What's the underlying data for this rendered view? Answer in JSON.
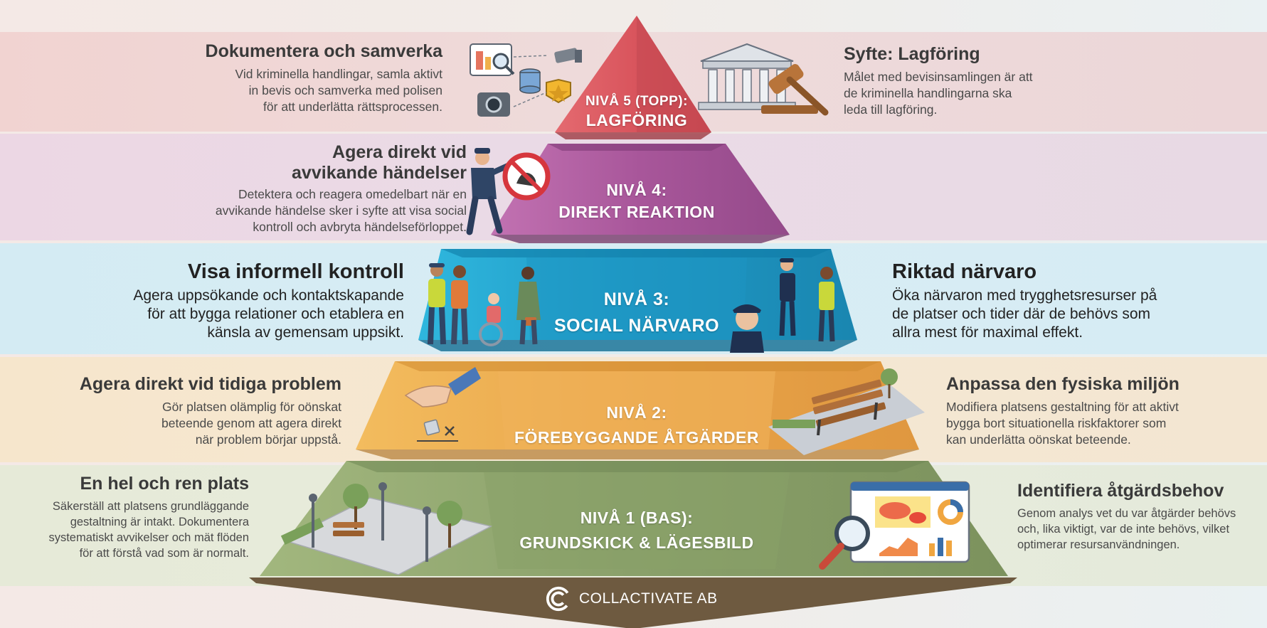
{
  "levels": [
    {
      "line1": "NIVÅ 5 (TOPP):",
      "line2": "LAGFÖRING",
      "left_title": "Dokumentera och samverka",
      "left_text": [
        "Vid kriminella handlingar, samla aktivt",
        "in bevis och samverka med polisen",
        "för att underlätta rättsprocessen."
      ],
      "right_title": "Syfte: Lagföring",
      "right_text": [
        "Målet med bevisinsamlingen är att",
        "de kriminella handlingarna ska",
        "leda till lagföring."
      ],
      "color": "#e0666e"
    },
    {
      "line1": "NIVÅ 4:",
      "line2": "DIREKT REAKTION",
      "left_title": [
        "Agera direkt vid",
        "avvikande händelser"
      ],
      "left_text": [
        "Detektera och reagera omedelbart när en",
        "avvikande händelse sker i syfte att visa social",
        "kontroll och avbryta händelseförloppet."
      ],
      "color": "#b05ea1"
    },
    {
      "line1": "NIVÅ 3:",
      "line2": "SOCIAL NÄRVARO",
      "left_title": "Visa informell kontroll",
      "left_text": [
        "Agera uppsökande och kontaktskapande",
        "för att bygga relationer och etablera en",
        "känsla av gemensam uppsikt."
      ],
      "right_title": "Riktad närvaro",
      "right_text": [
        "Öka närvaron med trygghetsresurser på",
        "de platser och tider där de behövs som",
        "allra mest för maximal effekt."
      ],
      "color": "#23a3cc"
    },
    {
      "line1": "NIVÅ 2:",
      "line2": "FÖREBYGGANDE ÅTGÄRDER",
      "left_title": "Agera direkt vid tidiga problem",
      "left_text": [
        "Gör platsen olämplig för oönskat",
        "beteende genom att agera direkt",
        "när problem börjar uppstå."
      ],
      "right_title": "Anpassa den fysiska miljön",
      "right_text": [
        "Modifiera platsens gestaltning för att aktivt",
        "bygga bort situationella riskfaktorer som",
        "kan underlätta oönskat beteende."
      ],
      "color": "#eba94a"
    },
    {
      "line1": "NIVÅ 1 (BAS):",
      "line2": "GRUNDSKICK & LÄGESBILD",
      "left_title": "En hel och ren plats",
      "left_text": [
        "Säkerställ att platsens grundläggande",
        "gestaltning är intakt. Dokumentera",
        "systematiskt avvikelser och mät flöden",
        "för att förstå vad som är normalt."
      ],
      "right_title": "Identifiera åtgärdsbehov",
      "right_text": [
        "Genom analys vet du var åtgärder behövs",
        "och, lika viktigt, var de inte behövs, vilket",
        "optimerar resursanvändningen."
      ],
      "color": "#8ca36a"
    }
  ],
  "logo": {
    "text": "COLLACTIVATE AB",
    "color": "#6e5a40"
  }
}
